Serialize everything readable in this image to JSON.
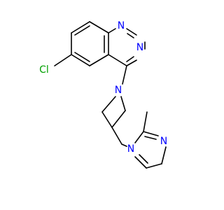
{
  "colors": {
    "background": "#ffffff",
    "bond": "#000000",
    "nitrogen": "#0000ff",
    "chlorine": "#00a000"
  },
  "labels": {
    "chlorine": "Cl",
    "n_quinazoline_1": "N",
    "n_quinazoline_3": "N",
    "n_azetidine": "N",
    "n_imidazole_1": "N",
    "n_imidazole_3": "N"
  }
}
